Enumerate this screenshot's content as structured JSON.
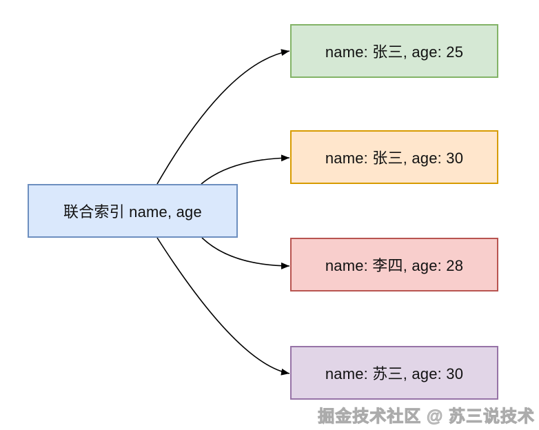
{
  "diagram": {
    "root": {
      "label": "联合索引 name, age",
      "color": "blue"
    },
    "records": [
      {
        "label": "name: 张三, age: 25",
        "color": "green"
      },
      {
        "label": "name: 张三, age: 30",
        "color": "orange"
      },
      {
        "label": "name: 李四, age: 28",
        "color": "red"
      },
      {
        "label": "name: 苏三, age: 30",
        "color": "purple"
      }
    ],
    "palette": {
      "blue": {
        "fill": "#dae8fc",
        "border": "#6c8ebf"
      },
      "green": {
        "fill": "#d5e8d4",
        "border": "#82b366"
      },
      "orange": {
        "fill": "#ffe6cc",
        "border": "#d79b00"
      },
      "red": {
        "fill": "#f8cecc",
        "border": "#b85450"
      },
      "purple": {
        "fill": "#e1d5e7",
        "border": "#9673a6"
      }
    },
    "arrow_color": "#000000",
    "text_color": "#111111"
  },
  "watermark": {
    "text": "掘金技术社区 @ 苏三说技术",
    "color": "#cccccc"
  }
}
